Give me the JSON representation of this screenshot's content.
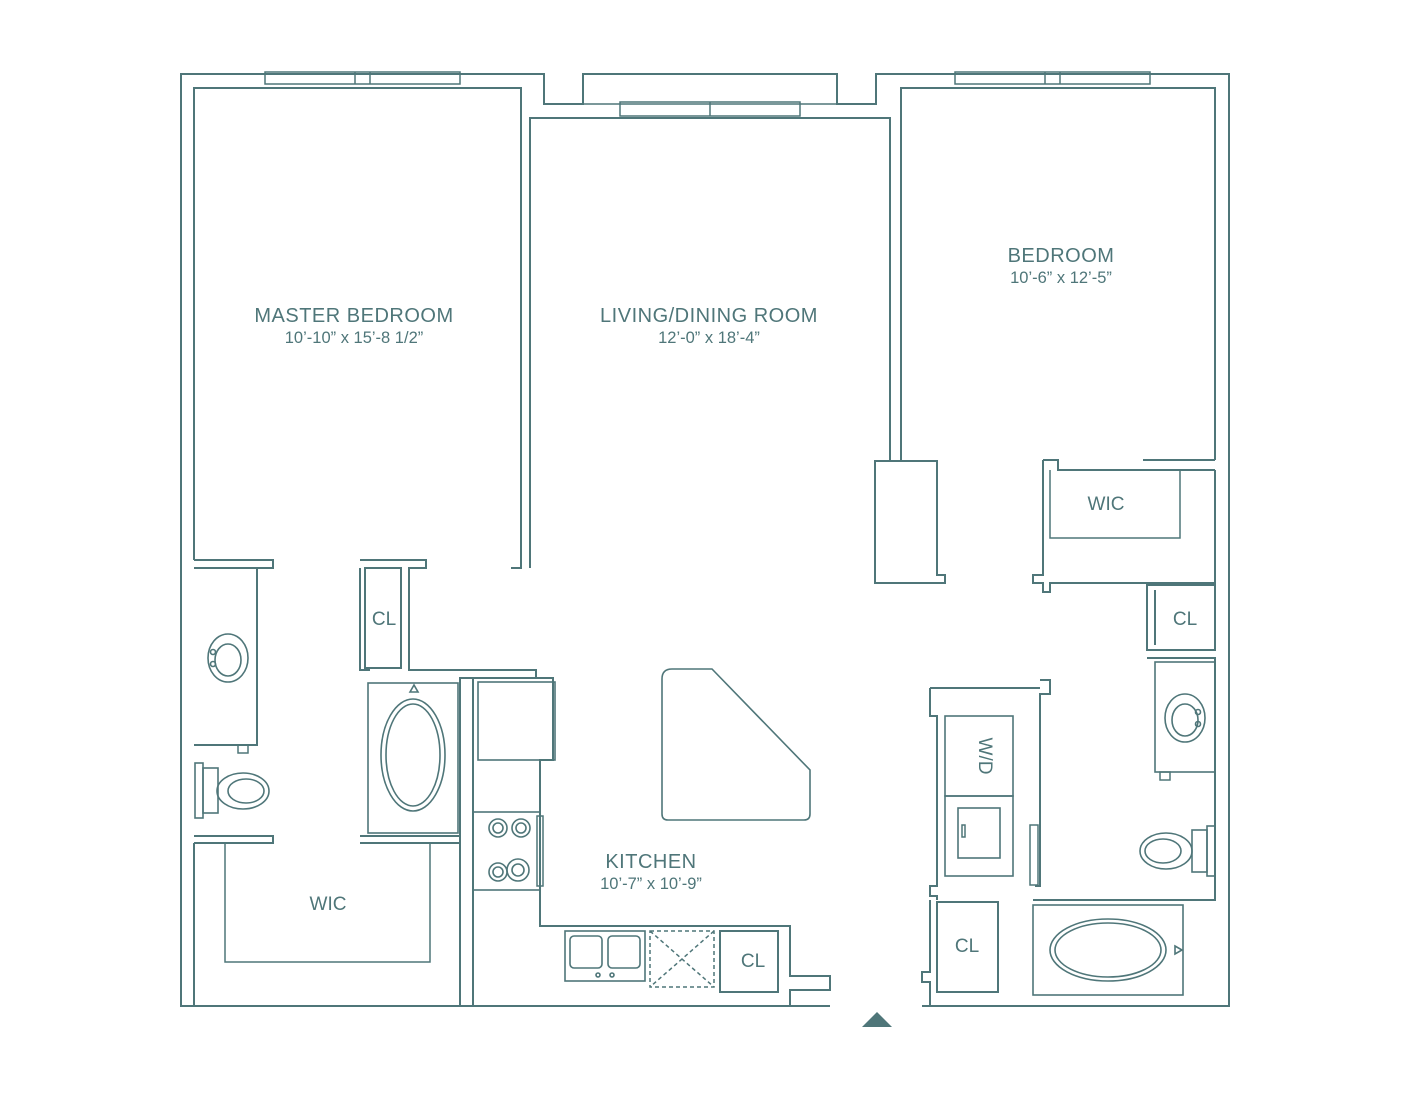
{
  "colors": {
    "line": "#4f7679",
    "background": "#ffffff"
  },
  "rooms": {
    "master_bedroom": {
      "name": "MASTER BEDROOM",
      "dim": "10’-10” x 15’-8 1/2”"
    },
    "living_dining": {
      "name": "LIVING/DINING ROOM",
      "dim": "12’-0” x  18’-4”"
    },
    "bedroom": {
      "name": "BEDROOM",
      "dim": "10’-6” x 12’-5”"
    },
    "kitchen": {
      "name": "KITCHEN",
      "dim": "10’-7” x 10’-9”"
    }
  },
  "closets": {
    "master_wic": "WIC",
    "master_cl": "CL",
    "bedroom_wic": "WIC",
    "bedroom_cl": "CL",
    "kitchen_cl": "CL",
    "laundry_cl": "CL",
    "washer_dryer": "W/D"
  },
  "icons": {
    "entry": "triangle-up-icon"
  }
}
